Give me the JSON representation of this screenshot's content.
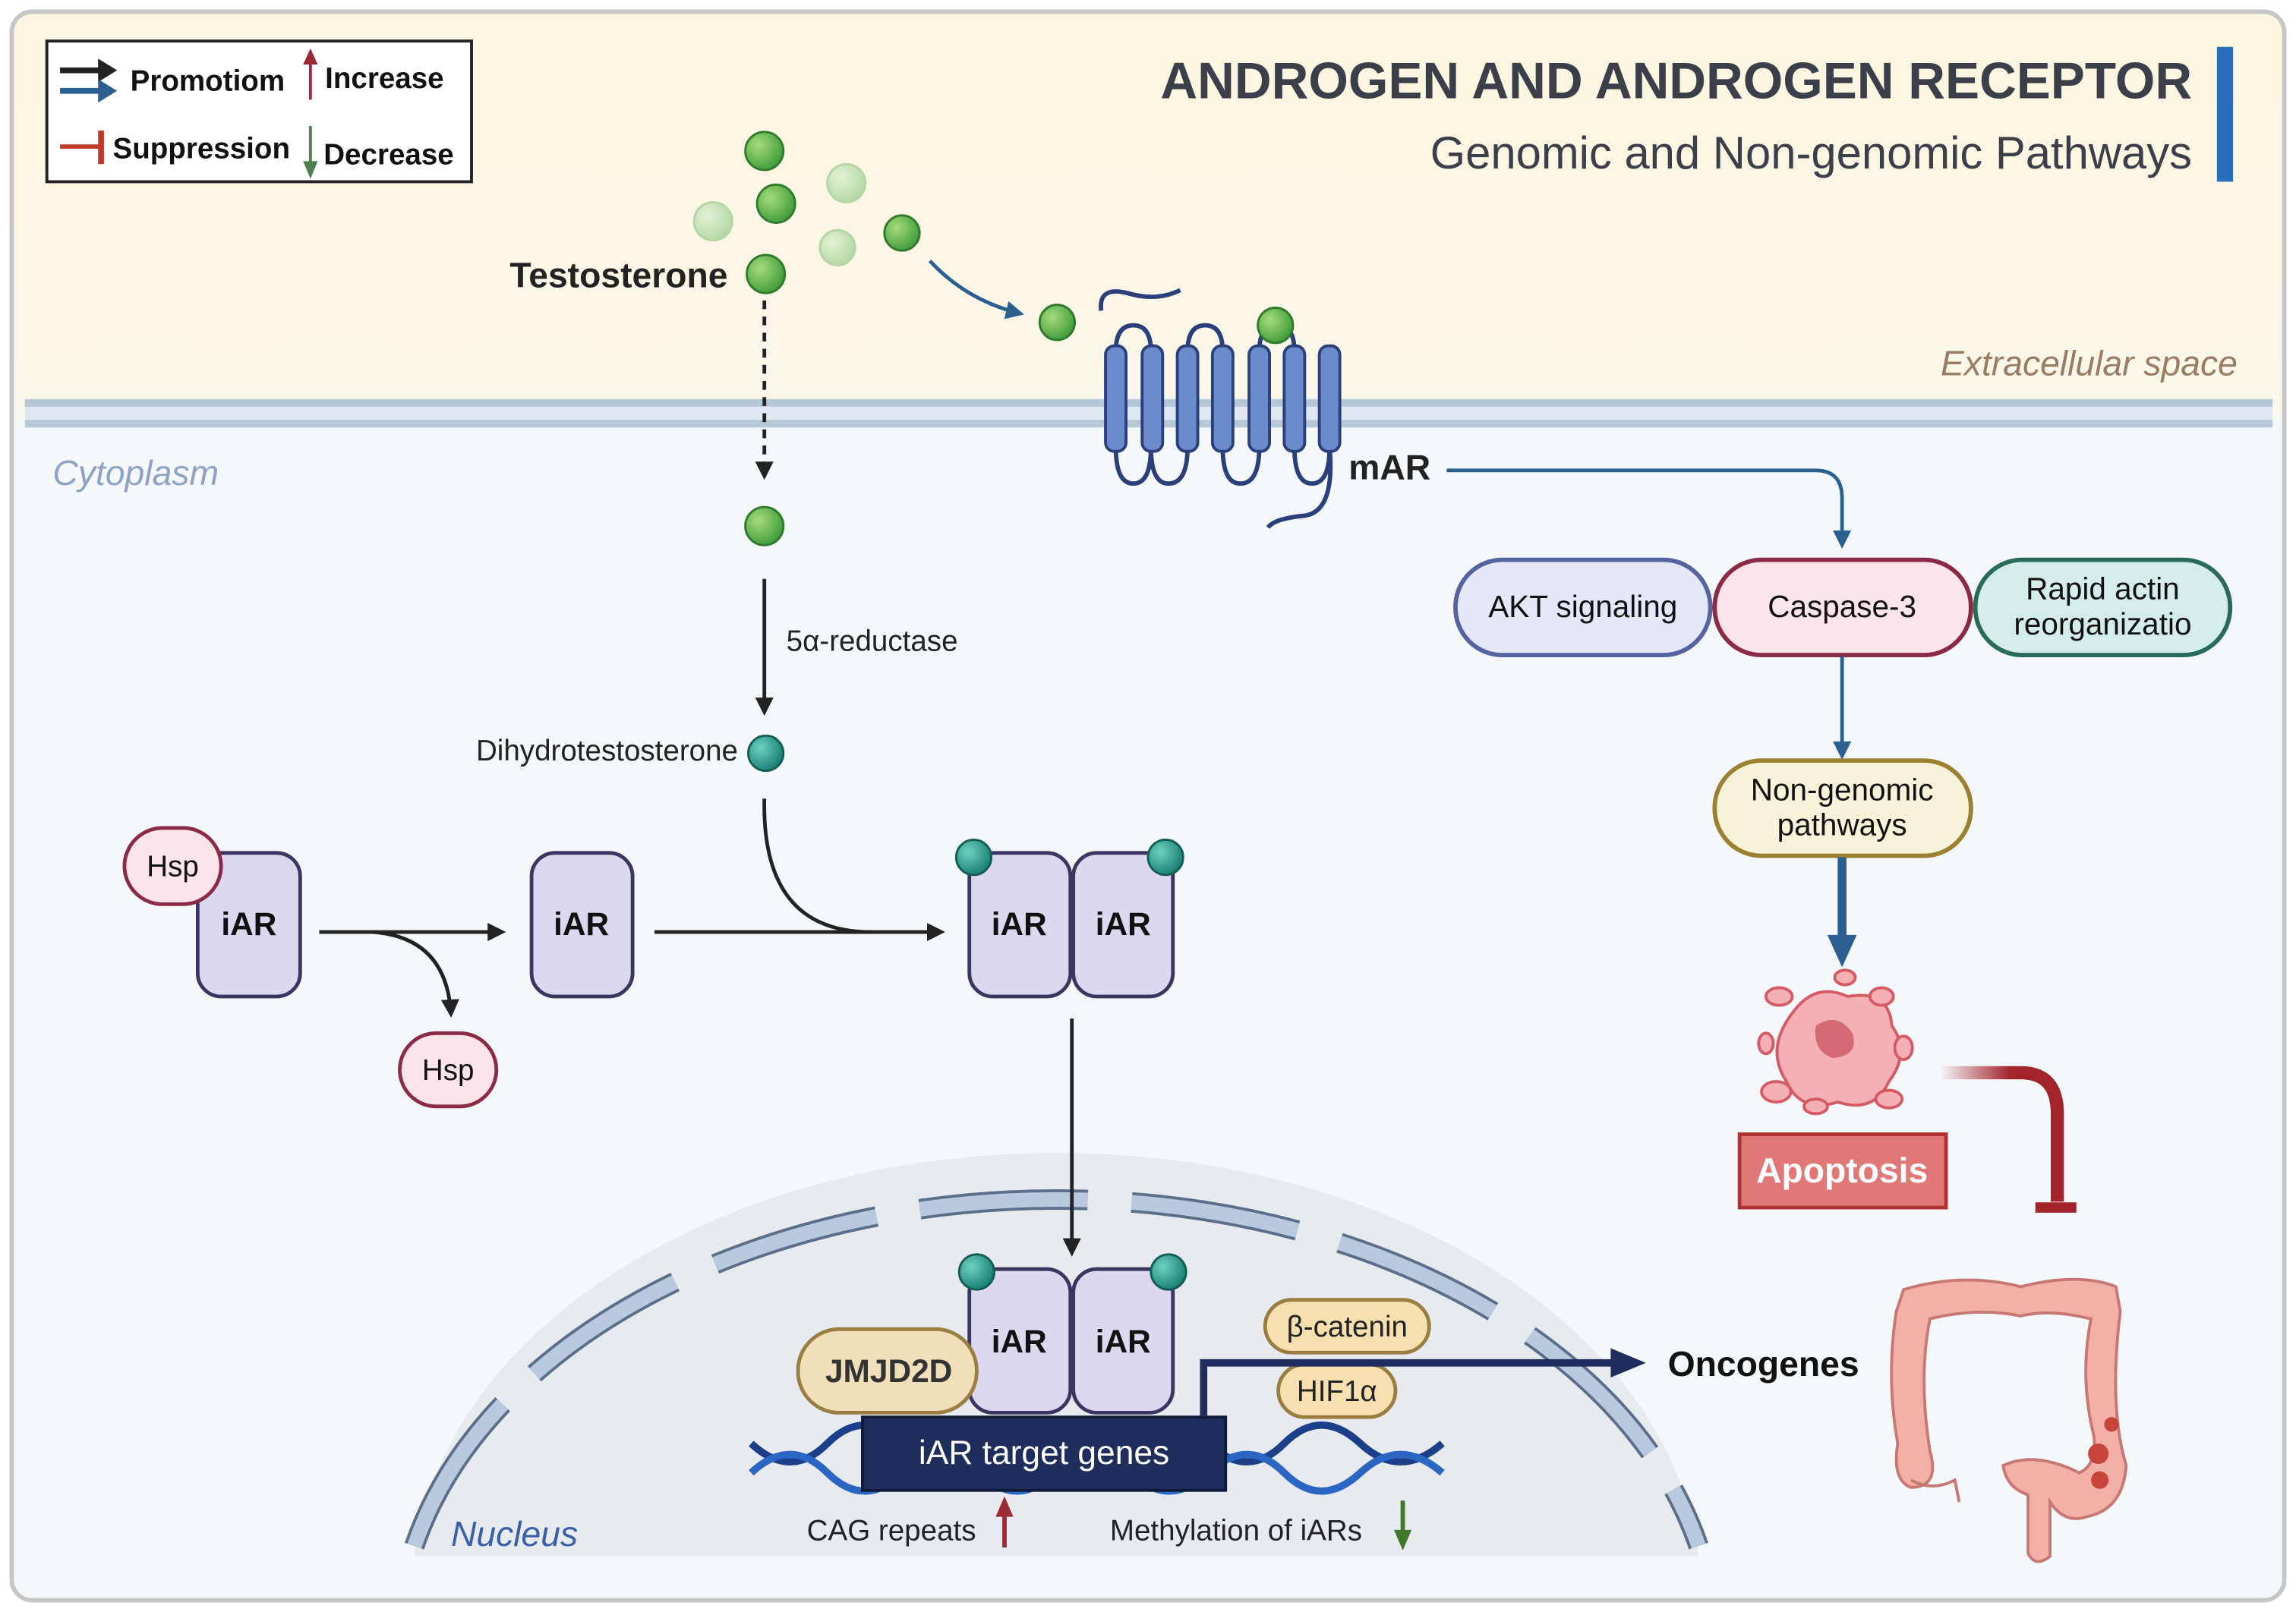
{
  "legend": {
    "promotion": "Promotiom",
    "increase": "Increase",
    "suppression": "Suppression",
    "decrease": "Decrease"
  },
  "header": {
    "title": "ANDROGEN AND ANDROGEN RECEPTOR",
    "subtitle": "Genomic and Non-genomic Pathways"
  },
  "regions": {
    "extracellular": "Extracellular space",
    "cytoplasm": "Cytoplasm",
    "nucleus": "Nucleus"
  },
  "molecules": {
    "testosterone": "Testosterone",
    "enzyme": "5α-reductase",
    "dht": "Dihydrotestosterone",
    "mar": "mAR",
    "hsp": "Hsp",
    "iar": "iAR",
    "jmjd2d": "JMJD2D",
    "beta_catenin": "β-catenin",
    "hif1a": "HIF1α",
    "target_genes": "iAR target genes",
    "oncogenes": "Oncogenes",
    "cag": "CAG repeats",
    "methylation": "Methylation of iARs"
  },
  "nongenomic": {
    "akt": "AKT signaling",
    "caspase": "Caspase-3",
    "rapid_line1": "Rapid actin",
    "rapid_line2": "reorganizatio",
    "ng_line1": "Non-genomic",
    "ng_line2": "pathways",
    "apoptosis": "Apoptosis"
  },
  "colors": {
    "promotion_black": "#222222",
    "promotion_blue": "#2a5f8f",
    "suppression": "#c0392b",
    "increase": "#9b2a35",
    "decrease": "#4f7f4f",
    "title_bar": "#2a6ebb"
  }
}
